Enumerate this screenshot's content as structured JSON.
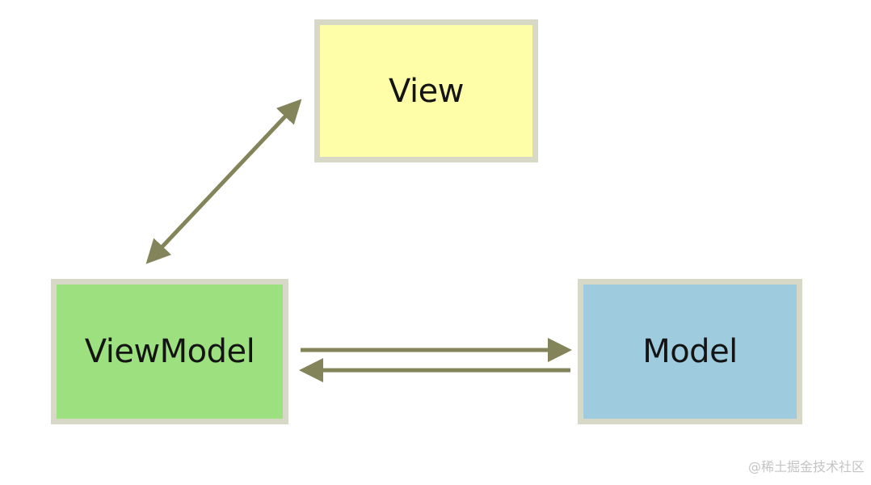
{
  "nodes": {
    "view": {
      "label": "View",
      "fill": "#fefea8"
    },
    "viewmodel": {
      "label": "ViewModel",
      "fill": "#9de07f"
    },
    "model": {
      "label": "Model",
      "fill": "#9ecbdd"
    }
  },
  "colors": {
    "box_border": "#d8d8c6",
    "arrow": "#84845a"
  },
  "edges": [
    {
      "from": "viewmodel",
      "to": "view",
      "direction": "bidirectional"
    },
    {
      "from": "viewmodel",
      "to": "model",
      "direction": "forward"
    },
    {
      "from": "model",
      "to": "viewmodel",
      "direction": "forward"
    }
  ],
  "watermark": "@稀土掘金技术社区"
}
